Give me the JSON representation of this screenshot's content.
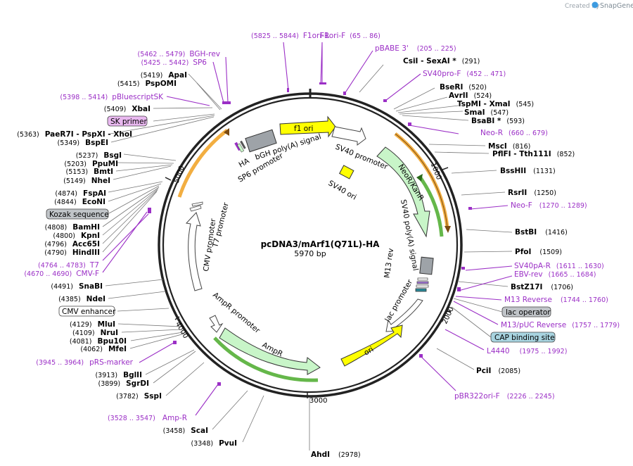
{
  "credit": {
    "prefix": "Created by",
    "brand": "SnapGene"
  },
  "plasmid": {
    "name": "pcDNA3/mArf1(Q71L)-HA",
    "size": "5970 bp"
  },
  "ticks": [
    "1000",
    "2000",
    "3000",
    "4000",
    "5000"
  ],
  "features": {
    "f1_ori": "f1 ori",
    "sv40_promoter": "SV40 promoter",
    "sv40_ori": "SV40 ori",
    "neor": "NeoR/KanR",
    "sv40_polya": "SV40 poly(A) signal",
    "m13_rev": "M13 rev",
    "lac_promoter": "lac promoter",
    "ori": "ori",
    "ampr": "AmpR",
    "ampr_promoter": "AmpR promoter",
    "cmv_promoter": "CMV promoter",
    "t7_promoter": "T7 promoter",
    "ha": "HA",
    "bgh": "bGH poly(A) signal",
    "sp6_promoter": "SP6 promoter"
  },
  "labels": {
    "f1ori_r": {
      "range": "(5825 .. 5844)",
      "name": "F1ori-R"
    },
    "f1ori_f": {
      "name": "F1ori-F",
      "range": "(65 .. 86)"
    },
    "pbabe3": {
      "name": "pBABE 3'",
      "range": "(205 .. 225)"
    },
    "csii": {
      "name": "CsiI",
      "sep": " - ",
      "name2": "SexAI",
      "star": " *",
      "pos": "(291)"
    },
    "sv40pro_f": {
      "name": "SV40pro-F",
      "range": "(452 .. 471)"
    },
    "bseri": {
      "name": "BseRI",
      "pos": "(520)"
    },
    "avrii": {
      "name": "AvrII",
      "pos": "(524)"
    },
    "tspmi": {
      "name": "TspMI",
      "sep": " - ",
      "name2": "XmaI",
      "pos": "(545)"
    },
    "smai": {
      "name": "SmaI",
      "pos": "(547)"
    },
    "bsabi": {
      "name": "BsaBI",
      "star": " *",
      "pos": "(593)"
    },
    "neo_r": {
      "name": "Neo-R",
      "range": "(660 .. 679)"
    },
    "msci": {
      "name": "MscI",
      "pos": "(816)"
    },
    "pflfi": {
      "name": "PflFI",
      "sep": " - ",
      "name2": "Tth111I",
      "pos": "(852)"
    },
    "bsshii": {
      "name": "BssHII",
      "pos": "(1131)"
    },
    "rsrii": {
      "name": "RsrII",
      "pos": "(1250)"
    },
    "neo_f": {
      "name": "Neo-F",
      "range": "(1270 .. 1289)"
    },
    "bstbi": {
      "name": "BstBI",
      "pos": "(1416)"
    },
    "pfoi": {
      "name": "PfoI",
      "pos": "(1509)"
    },
    "sv40pa_r": {
      "name": "SV40pA-R",
      "range": "(1611 .. 1630)"
    },
    "ebv_rev": {
      "name": "EBV-rev",
      "range": "(1665 .. 1684)"
    },
    "bstz17i": {
      "name": "BstZ17I",
      "pos": "(1706)"
    },
    "m13_reverse": {
      "name": "M13 Reverse",
      "range": "(1744 .. 1760)"
    },
    "lac_operator": {
      "name": "lac operator"
    },
    "m13_puc_rev": {
      "name": "M13/pUC Reverse",
      "range": "(1757 .. 1779)"
    },
    "cap_site": {
      "name": "CAP binding site"
    },
    "l4440": {
      "name": "L4440",
      "range": "(1975 .. 1992)"
    },
    "pcii": {
      "name": "PciI",
      "pos": "(2085)"
    },
    "pbr322ori_f": {
      "name": "pBR322ori-F",
      "range": "(2226 .. 2245)"
    },
    "ahdi": {
      "name": "AhdI",
      "pos": "(2978)"
    },
    "pvui": {
      "pos": "(3348)",
      "name": "PvuI"
    },
    "scai": {
      "pos": "(3458)",
      "name": "ScaI"
    },
    "amp_r": {
      "range": "(3528 .. 3547)",
      "name": "Amp-R"
    },
    "sspi": {
      "pos": "(3782)",
      "name": "SspI"
    },
    "sgrdi": {
      "pos": "(3899)",
      "name": "SgrDI"
    },
    "bglii": {
      "pos": "(3913)",
      "name": "BglII"
    },
    "prs_marker": {
      "range": "(3945 .. 3964)",
      "name": "pRS-marker"
    },
    "mfei": {
      "pos": "(4062)",
      "name": "MfeI"
    },
    "bpu10i": {
      "pos": "(4081)",
      "name": "Bpu10I"
    },
    "nrui": {
      "pos": "(4109)",
      "name": "NruI"
    },
    "mlui": {
      "pos": "(4129)",
      "name": "MluI"
    },
    "cmv_enhancer": {
      "name": "CMV enhancer"
    },
    "ndei": {
      "pos": "(4385)",
      "name": "NdeI"
    },
    "snabi": {
      "pos": "(4491)",
      "name": "SnaBI"
    },
    "cmv_f": {
      "range": "(4670 .. 4690)",
      "name": "CMV-F"
    },
    "t7": {
      "range": "(4764 .. 4783)",
      "name": "T7"
    },
    "hindiii": {
      "pos": "(4790)",
      "name": "HindIII"
    },
    "acc65i": {
      "pos": "(4796)",
      "name": "Acc65I"
    },
    "kpni": {
      "pos": "(4800)",
      "name": "KpnI"
    },
    "bamhi": {
      "pos": "(4808)",
      "name": "BamHI"
    },
    "kozak": {
      "name": "Kozak sequence"
    },
    "econi": {
      "pos": "(4844)",
      "name": "EcoNI"
    },
    "fspai": {
      "pos": "(4874)",
      "name": "FspAI"
    },
    "nhei": {
      "pos": "(5149)",
      "name": "NheI"
    },
    "bmti": {
      "pos": "(5153)",
      "name": "BmtI"
    },
    "ppumi": {
      "pos": "(5203)",
      "name": "PpuMI"
    },
    "bsgi": {
      "pos": "(5237)",
      "name": "BsgI"
    },
    "bspei": {
      "pos": "(5349)",
      "name": "BspEI"
    },
    "paer7i": {
      "pos": "(5363)",
      "name": "PaeR7I",
      "sep": " - ",
      "name2": "PspXI",
      "sep2": " - ",
      "name3": "XhoI"
    },
    "sk_primer": {
      "name": "SK primer"
    },
    "xbai": {
      "pos": "(5409)",
      "name": "XbaI"
    },
    "pbluescriptsk": {
      "range": "(5398 .. 5414)",
      "name": "pBluescriptSK"
    },
    "pspomi": {
      "pos": "(5415)",
      "name": "PspOMI"
    },
    "apai": {
      "pos": "(5419)",
      "name": "ApaI"
    },
    "sp6": {
      "range": "(5425 .. 5442)",
      "name": "SP6"
    },
    "bgh_rev": {
      "range": "(5462 .. 5479)",
      "name": "BGH-rev"
    }
  },
  "colors": {
    "backbone": "#222222",
    "primer": "#9b2fc6",
    "ori": "#ffff00",
    "marker": "#c8f5c8",
    "promoter": "#ffffff",
    "polya": "#9ea3a8",
    "origin_strand": "#f0a020",
    "marker_strand": "#4aaa2a",
    "feature_box_lilac": "#e9b8f0",
    "feature_box_grey": "#c0c4c8",
    "feature_box_blue": "#a8d4e0",
    "brand": "#3d9be0"
  }
}
